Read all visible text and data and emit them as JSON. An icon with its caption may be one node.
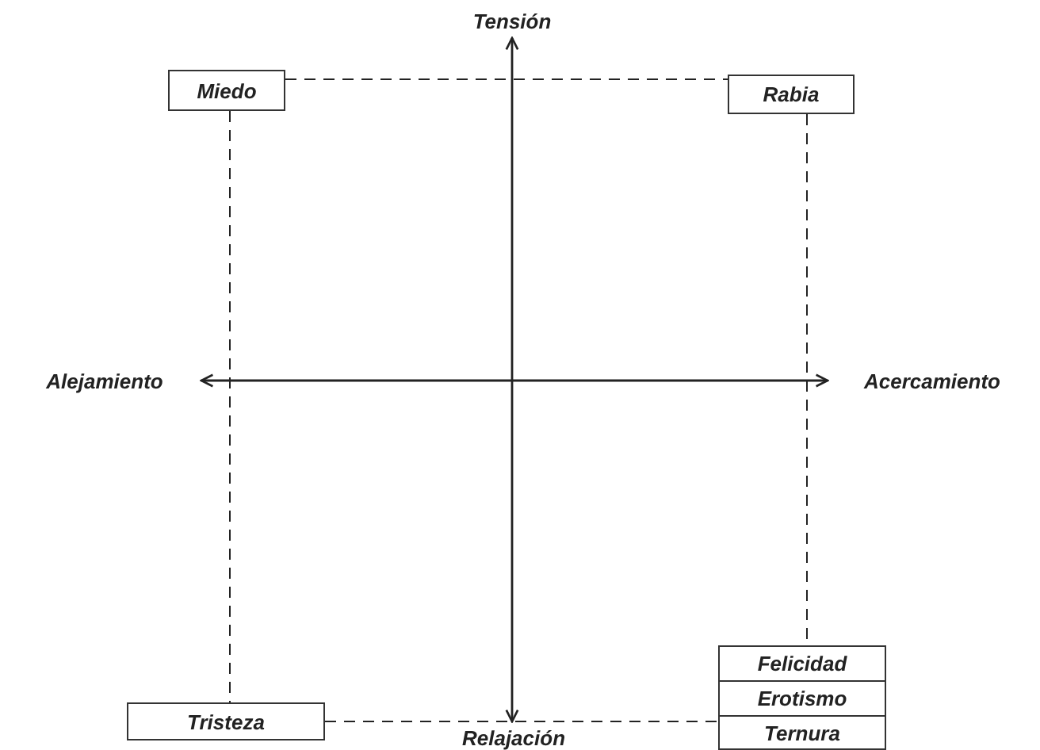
{
  "diagram": {
    "nodes": [
      {
        "text": [
          "Tensión"
        ]
      },
      {
        "text": [
          "Miedo"
        ]
      },
      {
        "text": [
          "Rabia"
        ]
      },
      {
        "text": [
          "Alejamiento"
        ]
      },
      {
        "text": [
          "Acercamiento"
        ]
      },
      {
        "text": [
          "Tristeza"
        ]
      },
      {
        "text": [
          "Relajación"
        ]
      },
      {
        "text": [
          "Felicidad"
        ]
      },
      {
        "text": [
          "Erotismo"
        ]
      },
      {
        "text": [
          "Ternura"
        ]
      }
    ],
    "edges": [
      {
        "from": 0,
        "to": 6,
        "arrow": "both"
      },
      {
        "from": 3,
        "to": 4,
        "arrow": "both"
      },
      {
        "from": 1,
        "to": 2,
        "arrow": "none",
        "style": "dashed"
      },
      {
        "from": 1,
        "to": 5,
        "arrow": "none",
        "style": "dashed"
      },
      {
        "from": 2,
        "to": 7,
        "arrow": "none",
        "style": "dashed"
      },
      {
        "from": 5,
        "to": 8,
        "arrow": "none",
        "style": "dashed"
      }
    ]
  }
}
